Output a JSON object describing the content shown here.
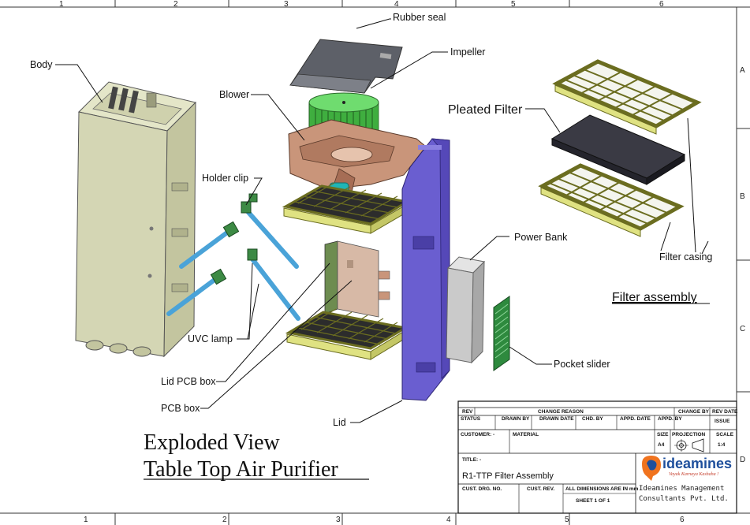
{
  "zones": {
    "top": [
      "1",
      "2",
      "3",
      "4",
      "5",
      "6"
    ],
    "bottom": [
      "1",
      "2",
      "3",
      "4",
      "5",
      "6"
    ],
    "right": [
      "A",
      "B",
      "C",
      "D"
    ]
  },
  "labels": {
    "body": "Body",
    "rubber_seal": "Rubber seal",
    "impeller": "Impeller",
    "blower": "Blower",
    "pleated_filter": "Pleated Filter",
    "holder_clip": "Holder clip",
    "power_bank": "Power Bank",
    "filter_casing": "Filter casing",
    "filter_assembly": "Filter assembly",
    "uvc_lamp": "UVC lamp",
    "pocket_slider": "Pocket slider",
    "lid_pcb_box": "Lid PCB box",
    "pcb_box": "PCB box",
    "lid": "Lid"
  },
  "title": {
    "line1": "Exploded View",
    "line2": "Table Top Air Purifier"
  },
  "title_block": {
    "rev": "REV",
    "change_reason": "CHANGE REASON",
    "change_by": "CHANGE BY",
    "rev_date": "REV DATE",
    "status": "STATUS",
    "drawn_by": "DRAWN BY",
    "drawn_date": "DRAWN DATE",
    "chd_by": "CHD. BY",
    "appd_date": "APPD. DATE",
    "appd_by": "APPD. BY",
    "issue": "ISSUE",
    "customer": "CUSTOMER: -",
    "material": "MATERIAL",
    "size": "SIZE",
    "size_value": "A4",
    "projection": "PROJECTION",
    "scale": "SCALE",
    "scale_value": "1:4",
    "title_label": "TITLE: -",
    "title_value": "R1-TTP Filter Assembly",
    "cust_drg_no": "CUST. DRG. NO.",
    "cust_rev": "CUST. REV.",
    "all_dims": "ALL DIMENSIONS ARE IN mm",
    "sheet": "SHEET 1 OF 1",
    "company_short": "ideamines",
    "tagline": "Vayak Karnaya Kashaha !",
    "company_full_1": "Ideamines Management",
    "company_full_2": "Consultants Pvt. Ltd."
  },
  "colors": {
    "body": "#d4d6b4",
    "blower": "#c9957a",
    "impeller": "#5fcf5f",
    "rubber_seal": "#5d6068",
    "filter_casing": "#dfe282",
    "pleated_filter": "#2e2e36",
    "lid": "#6a5ed0",
    "power_bank": "#c9c9c9",
    "pocket_slider": "#2e8a3e",
    "uvc_lamp": "#4aa3d8",
    "holder_clip": "#3c8a44",
    "pcb_box": "#d7b9a6",
    "logo_orange": "#f0731e",
    "logo_blue": "#1e4f9c"
  }
}
